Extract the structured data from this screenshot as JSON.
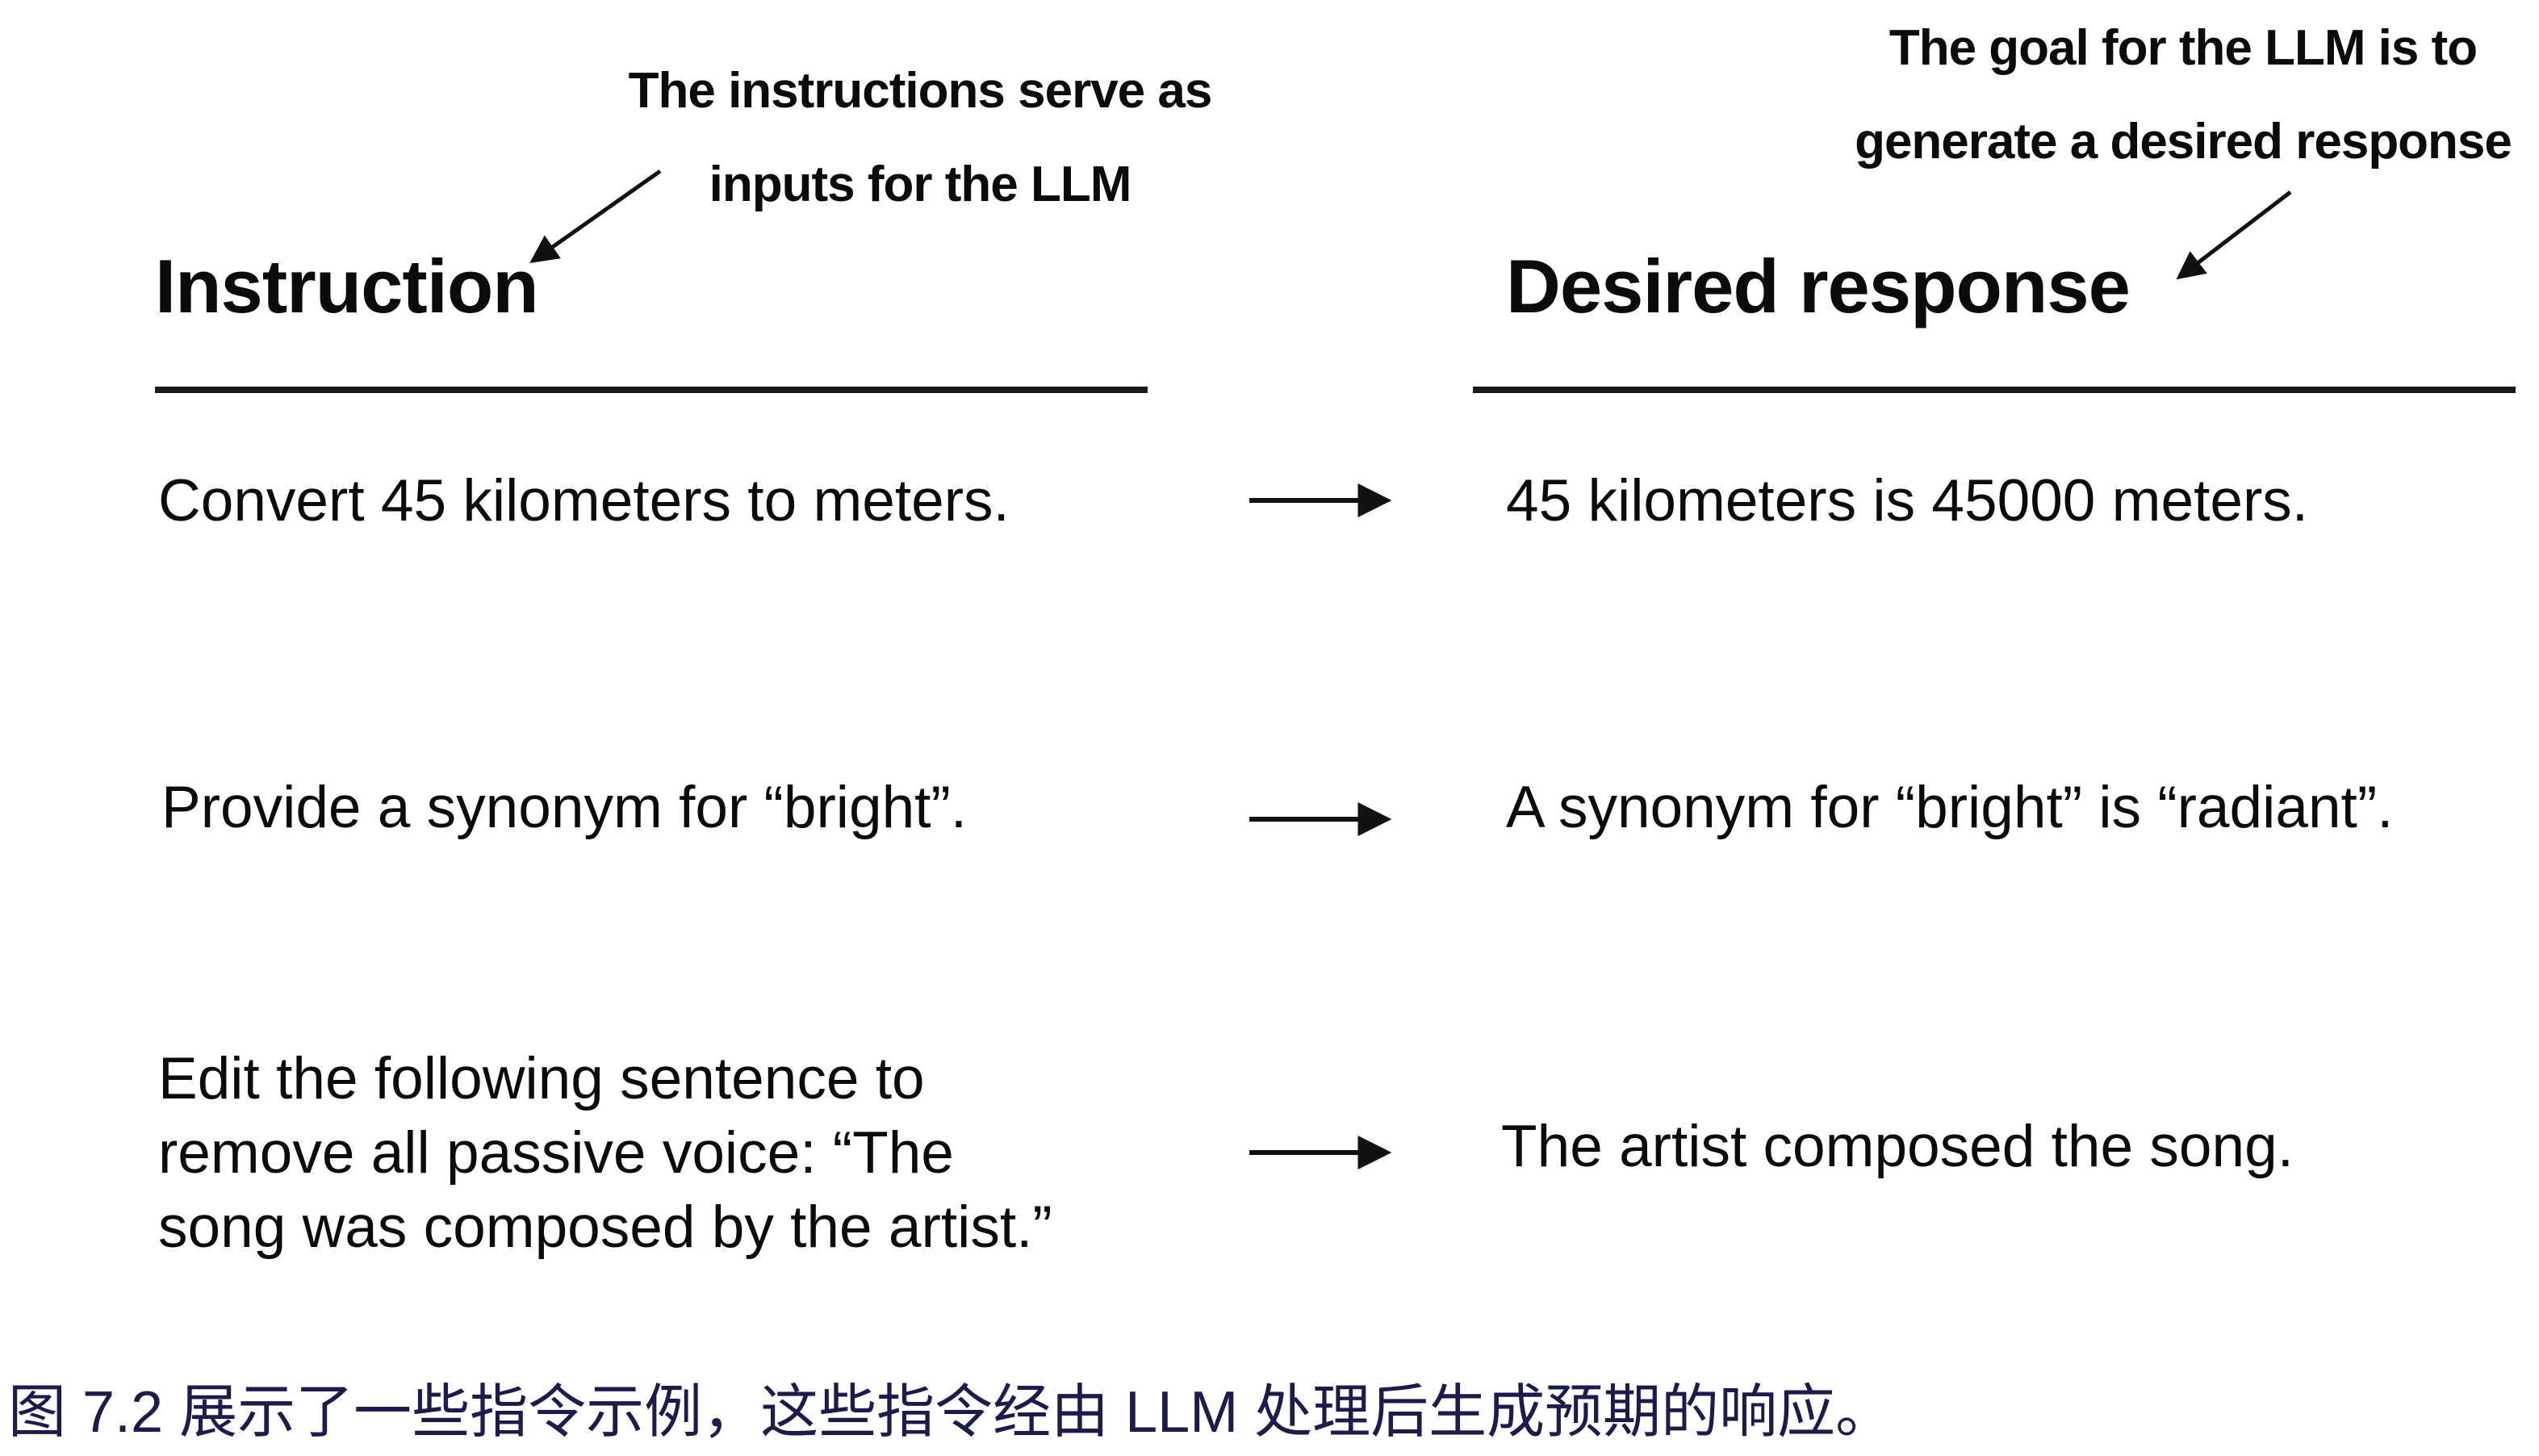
{
  "figure": {
    "annotation_left": {
      "line1": "The instructions serve as",
      "line2": "inputs for the LLM"
    },
    "annotation_right": {
      "line1": "The goal for the LLM is to",
      "line2": "generate a desired response"
    },
    "headers": {
      "instruction": "Instruction",
      "response": "Desired response"
    },
    "rows": [
      {
        "instruction": "Convert 45 kilometers to meters.",
        "response": "45 kilometers is 45000 meters."
      },
      {
        "instruction": "Provide a synonym for “bright”.",
        "response": "A synonym for “bright” is “radiant”."
      },
      {
        "instruction": "Edit the following sentence to\nremove all passive voice: “The\nsong was composed by the artist.”",
        "response": "The artist composed the song."
      }
    ],
    "icons": {
      "row_arrow": "right-arrow",
      "annotation_arrow_left": "diagonal-arrow-down-left",
      "annotation_arrow_right": "diagonal-arrow-down-left"
    }
  },
  "caption": {
    "text": "图 7.2 展示了一些指令示例，这些指令经由 LLM 处理后生成预期的响应。"
  },
  "colors": {
    "text": "#0b0b0b",
    "caption": "#1b1b4e",
    "rule": "#1a1a1a",
    "arrow": "#111111",
    "background": "#ffffff"
  }
}
